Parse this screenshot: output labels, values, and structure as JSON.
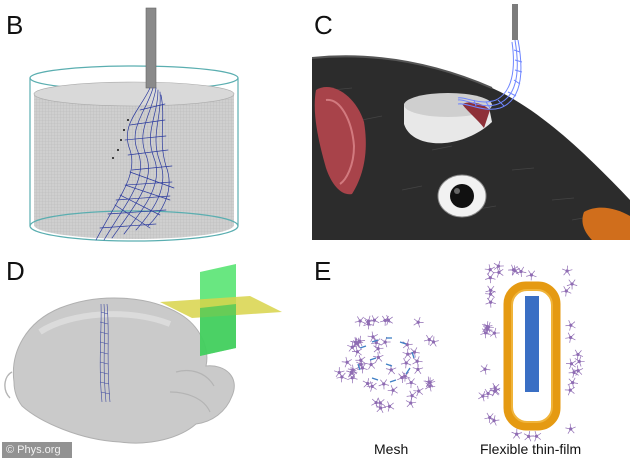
{
  "panels": {
    "b": {
      "label": "B"
    },
    "c": {
      "label": "C"
    },
    "d": {
      "label": "D"
    },
    "e": {
      "label": "E",
      "mesh_caption": "Mesh",
      "thinfilm_caption": "Flexible thin-film"
    }
  },
  "watermark": "© Phys.org",
  "colors": {
    "mesh_blue": "#2b3a9e",
    "mesh_light": "#6f86ff",
    "tank_outline": "#5aaeb0",
    "film_orange": "#e59a12",
    "film_probe": "#3a6fc4",
    "neuron_purple": "#8f6cb3",
    "plane_green": "#4fe36b",
    "plane_yellow": "#d8d44a",
    "brain_gray": "#c9c9c9"
  }
}
